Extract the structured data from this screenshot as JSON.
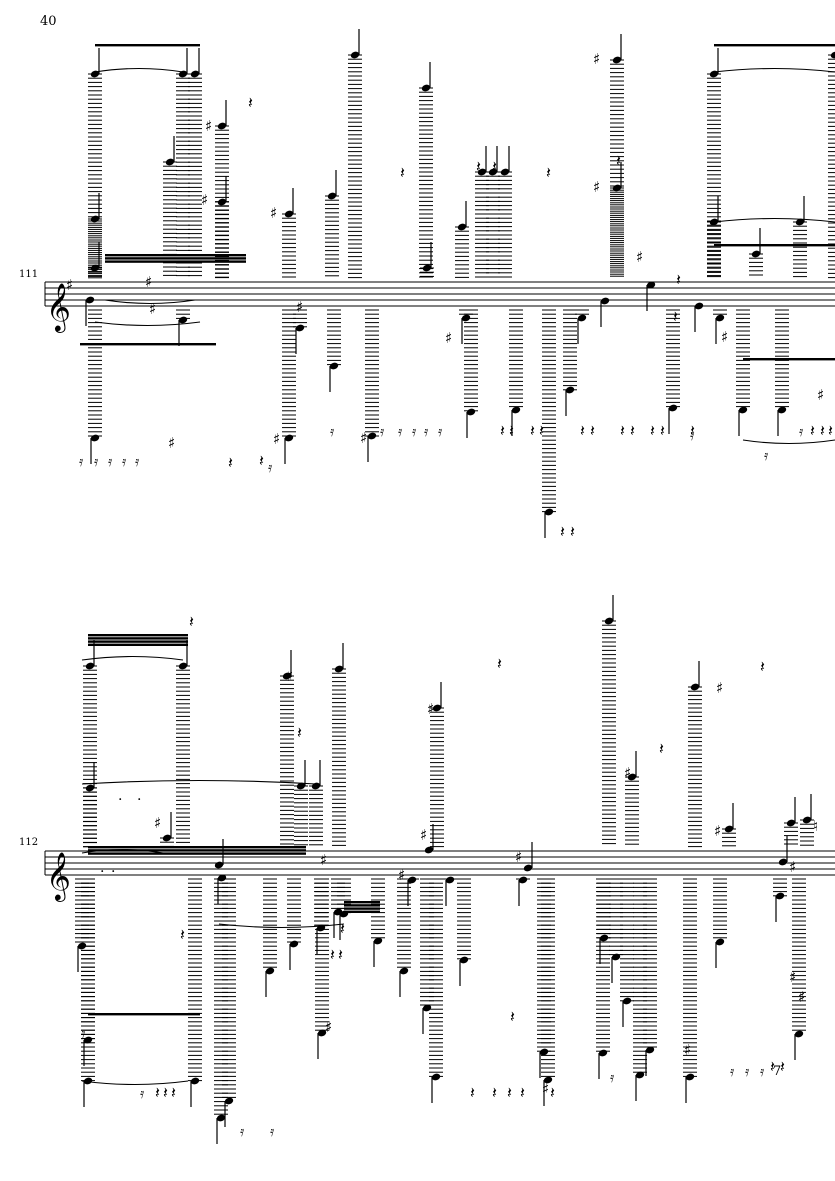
{
  "page": {
    "number": "40"
  },
  "systems": [
    {
      "measure_number": "111",
      "clef": "treble",
      "key_signature": "G major (1 sharp)"
    },
    {
      "measure_number": "112",
      "clef": "treble",
      "key_signature": "C major (no sharps or flats)"
    }
  ],
  "symbols": {
    "treble_clef": "𝄞",
    "sharp": "♯",
    "natural": "♮",
    "quarter_rest": "𝄽",
    "sixteenth_rest": "𝄿",
    "dot": "."
  }
}
